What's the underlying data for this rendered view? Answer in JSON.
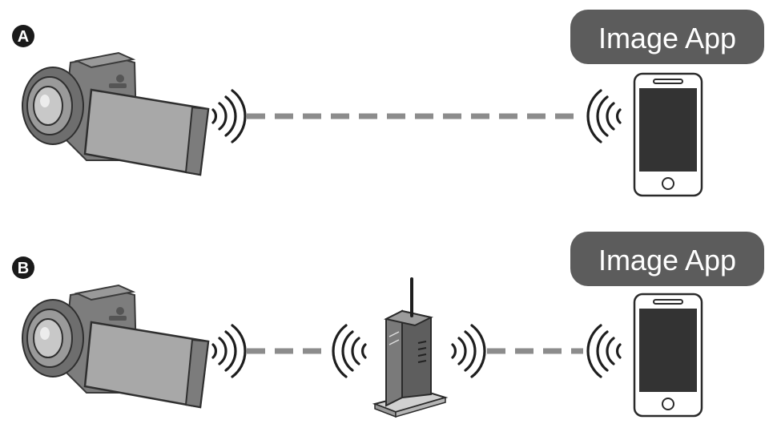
{
  "diagram": {
    "scenario_a": {
      "marker": "A",
      "app_badge": {
        "label": "Image App"
      }
    },
    "scenario_b": {
      "marker": "B",
      "app_badge": {
        "label": "Image App"
      }
    },
    "colors": {
      "badge_fill": "#5c5c5c",
      "badge_text": "#ffffff",
      "marker_fill": "#1a1a1a",
      "device_body": "#8a8a8a",
      "device_dark": "#333333",
      "dashed_link": "#8c8c8c",
      "screen": "#333333"
    },
    "icons": {
      "camcorder": "camcorder-icon",
      "smartphone": "smartphone-icon",
      "router": "wireless-router-icon",
      "wifi_signal": "wifi-signal-icon"
    }
  }
}
